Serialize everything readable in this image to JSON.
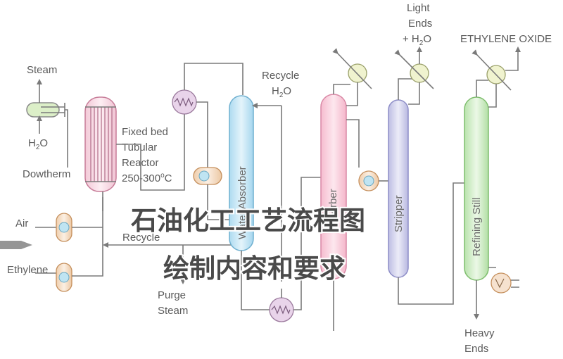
{
  "labels": {
    "steam": "Steam",
    "h2o_left": "H",
    "h2o_left_sub": "2",
    "h2o_left_o": "O",
    "dowtherm": "Dowtherm",
    "reactor_line1": "Fixed bed",
    "reactor_line2": "Tubular",
    "reactor_line3": "Reactor",
    "reactor_line4": "250-300",
    "reactor_line4_sup": "o",
    "reactor_line4_unit": "C",
    "air": "Air",
    "ethylene": "Ethylene",
    "recycle_bottom": "Recycle",
    "purge_line1": "Purge",
    "purge_line2": "Steam",
    "recycle_top_line1": "Recycle",
    "recycle_top_h": "H",
    "recycle_top_sub": "2",
    "recycle_top_o": "O",
    "light_line1": "Light",
    "light_line2": "Ends",
    "light_line3": "+ H",
    "light_line3_sub": "2",
    "light_line3_o": "O",
    "ethylene_oxide": "ETHYLENE OXIDE",
    "heavy_line1": "Heavy",
    "heavy_line2": "Ends"
  },
  "columns": {
    "water_absorber": "Water Absorber",
    "desorber": "Desorber",
    "stripper": "Stripper",
    "refining_still": "Refining Still"
  },
  "overlay": {
    "line1": "石油化工工艺流程图",
    "line2": "绘制内容和要求"
  },
  "colors": {
    "reactor": "#f8dde6",
    "water_absorber": "#cfe9f6",
    "desorber": "#fbd6e2",
    "stripper": "#d9d9ef",
    "refining_still": "#d6efcf",
    "pump_body": "#f6e2cf",
    "pump_inner": "#bfe4f2",
    "exchanger": "#e9d4ea",
    "condenser": "#f0f3cf",
    "lines": "#7a7a7a"
  }
}
